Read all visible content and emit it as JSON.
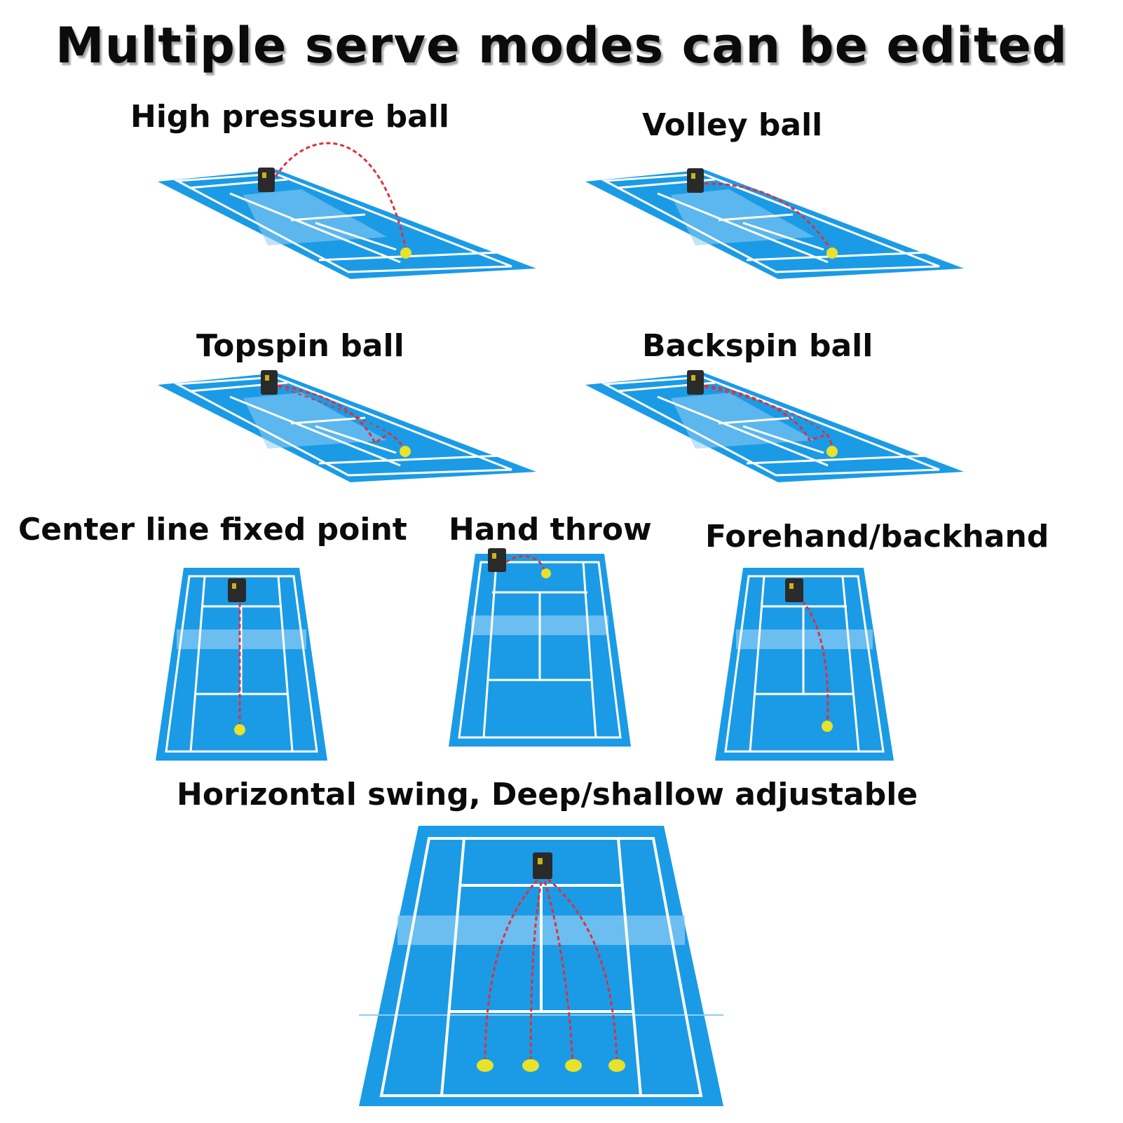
{
  "title": "Multiple serve modes can be edited",
  "modes": {
    "high_pressure": "High pressure ball",
    "volley": "Volley ball",
    "topspin": "Topspin ball",
    "backspin": "Backspin ball",
    "center_line": "Center line fixed point",
    "hand_throw": "Hand throw",
    "forehand_backhand": "Forehand/backhand",
    "horizontal_swing": "Horizontal swing, Deep/shallow adjustable"
  },
  "colors": {
    "court": "#1b9be6",
    "court_dark": "#0f7fcc",
    "court_lines": "#ffffff",
    "trajectory": "#e0303a",
    "ball": "#e8e22a",
    "machine": "#2a2a2a"
  },
  "icons": {
    "machine": "ball-machine-icon",
    "ball": "tennis-ball-icon"
  }
}
